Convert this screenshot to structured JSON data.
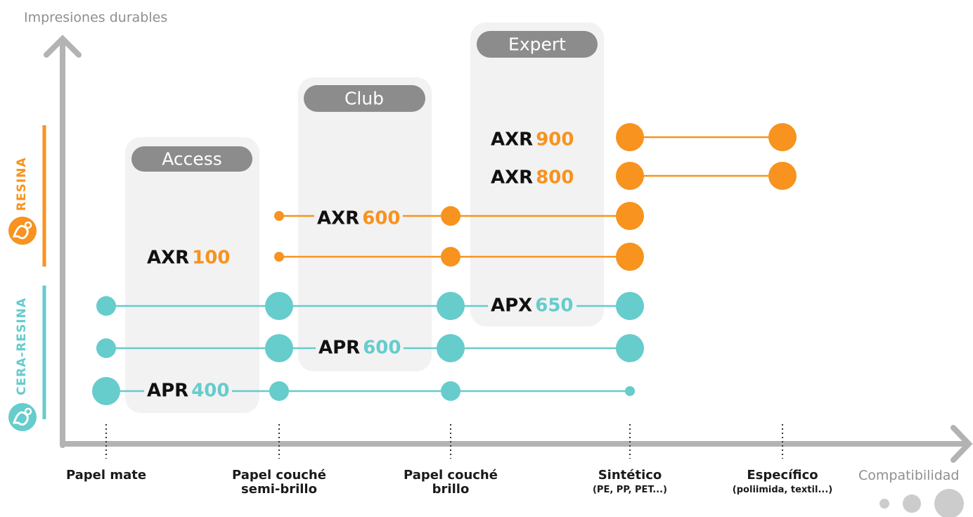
{
  "axes": {
    "y_label": "Impresiones durables",
    "x_label": "Compatibilidad"
  },
  "categories": [
    {
      "label": "Papel mate",
      "sublabel": ""
    },
    {
      "label": "Papel couché semi-brillo",
      "line1": "Papel couché",
      "line2": "semi-brillo",
      "sublabel": ""
    },
    {
      "label": "Papel couché brillo",
      "line1": "Papel couché",
      "line2": "brillo",
      "sublabel": ""
    },
    {
      "label": "Sintético",
      "sublabel": "(PE, PP, PET...)"
    },
    {
      "label": "Específico",
      "sublabel": "(poliimida, textil...)"
    }
  ],
  "tiers": [
    {
      "label": "Access"
    },
    {
      "label": "Club"
    },
    {
      "label": "Expert"
    }
  ],
  "groups": [
    {
      "label": "RESINA",
      "color": "#f7931e"
    },
    {
      "label": "CERA-RESINA",
      "color": "#66cccc"
    }
  ],
  "products": [
    {
      "prefix": "AXR",
      "number": "900",
      "group": "RESINA",
      "compatibility": [
        "none",
        "none",
        "none",
        "large",
        "large"
      ]
    },
    {
      "prefix": "AXR",
      "number": "800",
      "group": "RESINA",
      "compatibility": [
        "none",
        "none",
        "none",
        "large",
        "large"
      ]
    },
    {
      "prefix": "AXR",
      "number": "600",
      "group": "RESINA",
      "compatibility": [
        "none",
        "small",
        "medium",
        "large",
        "none"
      ]
    },
    {
      "prefix": "AXR",
      "number": "100",
      "group": "RESINA",
      "compatibility": [
        "none",
        "small",
        "medium",
        "large",
        "none"
      ]
    },
    {
      "prefix": "APX",
      "number": "650",
      "group": "CERA-RESINA",
      "compatibility": [
        "medium",
        "large",
        "large",
        "large",
        "none"
      ]
    },
    {
      "prefix": "APR",
      "number": "600",
      "group": "CERA-RESINA",
      "compatibility": [
        "medium",
        "large",
        "large",
        "large",
        "none"
      ]
    },
    {
      "prefix": "APR",
      "number": "400",
      "group": "CERA-RESINA",
      "compatibility": [
        "large",
        "medium",
        "medium",
        "small",
        "none"
      ]
    }
  ],
  "colors": {
    "resina": "#f7931e",
    "cera_resina": "#66cccc",
    "axis": "#b3b3b3",
    "tier_box": "#f2f2f2",
    "tier_pill": "#8c8c8c"
  }
}
